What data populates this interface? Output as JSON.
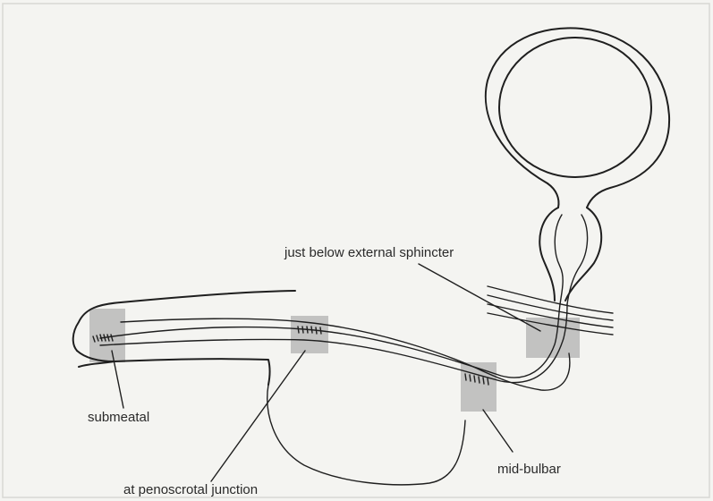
{
  "labels": {
    "sphincter": "just below external sphincter",
    "submeatal": "submeatal",
    "penoscrotal": "at penoscrotal junction",
    "bulbar": "mid-bulbar"
  },
  "colors": {
    "background": "#f4f4f1",
    "line": "#1f1f1f",
    "shade": "#b9b9b9",
    "frame": "#d8d8d4"
  }
}
